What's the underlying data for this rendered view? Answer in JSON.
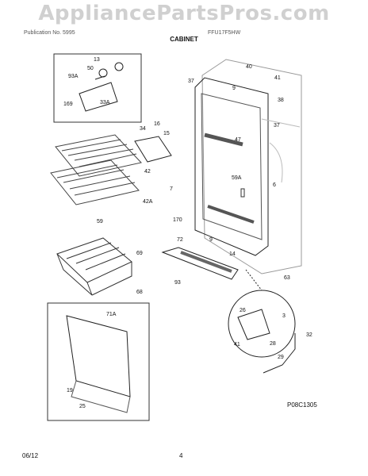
{
  "watermark": "AppliancePartsPros.com",
  "header": {
    "publication_text": "Publication No. 5995",
    "model_text": "FFU17F5HW",
    "section_title": "CABINET"
  },
  "callouts": [
    "40",
    "41",
    "37",
    "9",
    "38",
    "37",
    "13",
    "50",
    "93A",
    "33A",
    "169",
    "34",
    "16",
    "15",
    "47",
    "42",
    "42A",
    "7",
    "59A",
    "6",
    "170",
    "59",
    "72",
    "14",
    "69",
    "68",
    "93",
    "63",
    "26",
    "3",
    "41",
    "28",
    "32",
    "29",
    "71A",
    "19",
    "25",
    "9"
  ],
  "figure_code": "P08C1305",
  "footer": {
    "date": "06/12",
    "page_number": "4"
  },
  "colors": {
    "line": "#222222",
    "watermark": "#aaaaaa"
  }
}
